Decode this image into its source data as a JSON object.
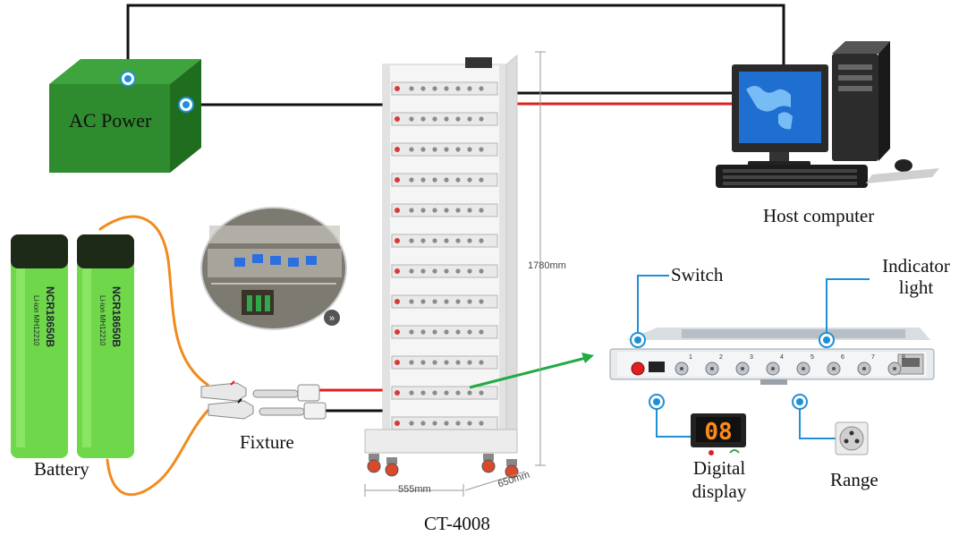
{
  "diagram": {
    "labels": {
      "ac_power": "AC Power",
      "host_computer": "Host computer",
      "battery": "Battery",
      "fixture": "Fixture",
      "model": "CT-4008",
      "switch": "Switch",
      "indicator_light": "Indicator light",
      "digital_display": "Digital display",
      "range": "Range",
      "height_dim": "1780mm",
      "width_dim": "555mm",
      "depth_dim": "650mm"
    },
    "display_value": "08",
    "battery_print": {
      "model": "NCR18650B",
      "chem": "Li-ion MH12210"
    },
    "channel_numbers": [
      "1",
      "2",
      "3",
      "4",
      "5",
      "6",
      "7",
      "8"
    ],
    "colors": {
      "power_box": "#2e8b2e",
      "wire_black": "#111111",
      "wire_red": "#e02020",
      "wire_orange": "#f28a1c",
      "callout_blue": "#1e90d6",
      "arrow_green": "#22aa44",
      "battery_green": "#6fd84a"
    }
  }
}
